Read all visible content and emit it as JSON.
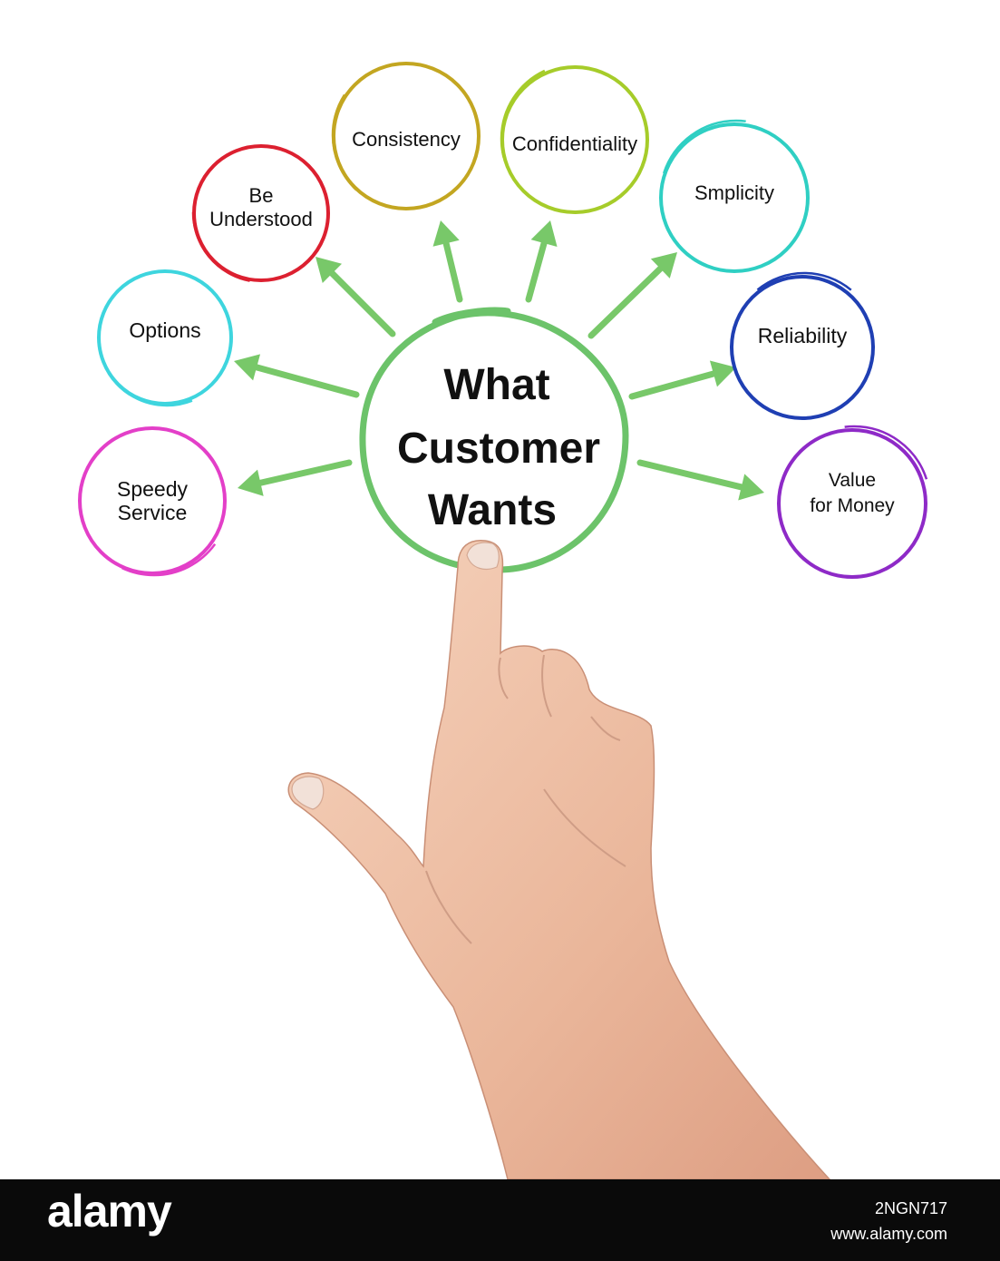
{
  "diagram": {
    "center": {
      "lines": [
        "What",
        "Customer",
        "Wants"
      ],
      "color": "#6cc36a"
    },
    "arrow_color": "#78c869",
    "nodes": [
      {
        "id": "speedy-service",
        "lines": [
          "Speedy",
          "Service"
        ],
        "color": "#e33fc8"
      },
      {
        "id": "options",
        "lines": [
          "Options"
        ],
        "color": "#3ed5de"
      },
      {
        "id": "be-understood",
        "lines": [
          "Be",
          "Understood"
        ],
        "color": "#dc2030"
      },
      {
        "id": "consistency",
        "lines": [
          "Consistency"
        ],
        "color": "#c3a621"
      },
      {
        "id": "confidentiality",
        "lines": [
          "Confidentiality"
        ],
        "color": "#a6cc2a"
      },
      {
        "id": "smplicity",
        "lines": [
          "Smplicity"
        ],
        "color": "#2fcfc3"
      },
      {
        "id": "reliability",
        "lines": [
          "Reliability"
        ],
        "color": "#1f3fb3"
      },
      {
        "id": "value-for-money",
        "lines": [
          "Value",
          "for Money"
        ],
        "color": "#8e2ac7"
      }
    ]
  },
  "hand_icon": "pointing-hand",
  "footer": {
    "brand": "alamy",
    "image_code": "2NGN717",
    "site": "www.alamy.com"
  }
}
